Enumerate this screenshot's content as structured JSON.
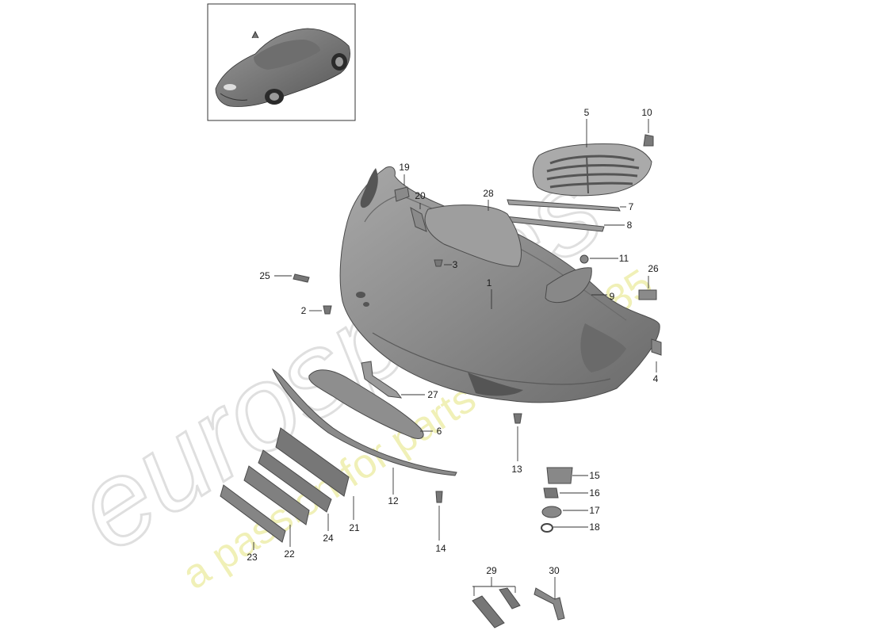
{
  "watermark": {
    "brand": "eurospares",
    "slogan": "a passion for parts since 1985"
  },
  "thumbnail": {
    "icon": "car-thumbnail-icon"
  },
  "callouts": [
    {
      "id": "1",
      "label": "1"
    },
    {
      "id": "2",
      "label": "2"
    },
    {
      "id": "3",
      "label": "3"
    },
    {
      "id": "4",
      "label": "4"
    },
    {
      "id": "5",
      "label": "5"
    },
    {
      "id": "6",
      "label": "6"
    },
    {
      "id": "7",
      "label": "7"
    },
    {
      "id": "8",
      "label": "8"
    },
    {
      "id": "9",
      "label": "9"
    },
    {
      "id": "10",
      "label": "10"
    },
    {
      "id": "11",
      "label": "11"
    },
    {
      "id": "12",
      "label": "12"
    },
    {
      "id": "13",
      "label": "13"
    },
    {
      "id": "14",
      "label": "14"
    },
    {
      "id": "15",
      "label": "15"
    },
    {
      "id": "16",
      "label": "16"
    },
    {
      "id": "17",
      "label": "17"
    },
    {
      "id": "18",
      "label": "18"
    },
    {
      "id": "19",
      "label": "19"
    },
    {
      "id": "20",
      "label": "20"
    },
    {
      "id": "21",
      "label": "21"
    },
    {
      "id": "22",
      "label": "22"
    },
    {
      "id": "23",
      "label": "23"
    },
    {
      "id": "24",
      "label": "24"
    },
    {
      "id": "25",
      "label": "25"
    },
    {
      "id": "26",
      "label": "26"
    },
    {
      "id": "27",
      "label": "27"
    },
    {
      "id": "28",
      "label": "28"
    },
    {
      "id": "29",
      "label": "29"
    },
    {
      "id": "30",
      "label": "30"
    }
  ],
  "colors": {
    "part_fill": "#8c8c8c",
    "part_dark": "#5e5e5e",
    "part_light": "#b5b5b5",
    "watermark_gray": "#d9d9d9",
    "watermark_yellow": "#f0f0a8"
  }
}
